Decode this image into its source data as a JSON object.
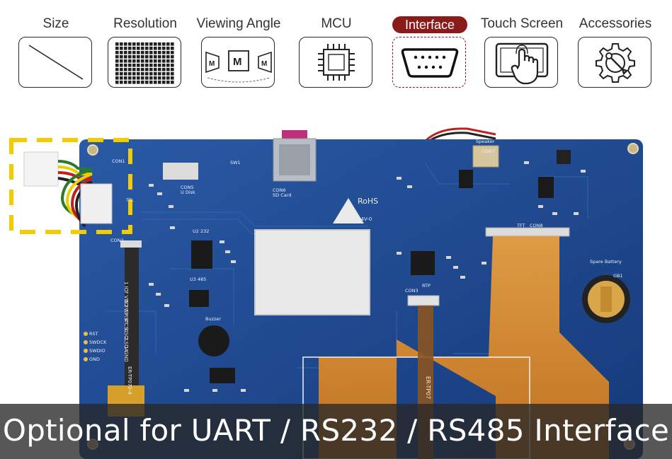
{
  "tabs": [
    {
      "label": "Size",
      "icon": "diagonal-line-icon",
      "active": false
    },
    {
      "label": "Resolution",
      "icon": "pixel-grid-icon",
      "active": false
    },
    {
      "label": "Viewing Angle",
      "icon": "viewing-angle-icon",
      "active": false
    },
    {
      "label": "MCU",
      "icon": "chip-icon",
      "active": false
    },
    {
      "label": "Interface",
      "icon": "db9-connector-icon",
      "active": true
    },
    {
      "label": "Touch Screen",
      "icon": "touch-screen-icon",
      "active": false
    },
    {
      "label": "Accessories",
      "icon": "gear-wrench-icon",
      "active": false
    }
  ],
  "colors": {
    "active_tab": "#8b1a1a",
    "pcb": "#1f4a8f",
    "fpc": "#d9862a",
    "highlight": "#f2cc00"
  },
  "board": {
    "labels": {
      "con1": "CON1",
      "con2": "CON2",
      "con3": "CON3",
      "con5": "CON5",
      "con6": "CON6",
      "con7": "CON7",
      "con8": "CON8",
      "sd_card": "SD Card",
      "u_disk": "U Disk",
      "ttl": "TTL",
      "rohs": "RoHS",
      "v0": "94V-0",
      "tft": "TFT",
      "rtp": "RTP",
      "speaker": "Speaker",
      "spare_battery": "Spare Battery",
      "buzzer": "Buzzer",
      "u2_232": "U2 232",
      "u3_485": "U3 485",
      "gb1": "GB1",
      "rst": "RST",
      "swdck": "SWDCK",
      "swdio": "SWDIO",
      "gnd": "GND",
      "sw1": "SW1",
      "model": "ER-TP070-4",
      "fpc_code": "ER-TP07"
    },
    "con1_pins": [
      "1 IO",
      "7 VDD",
      "6 3V3",
      "5 RST",
      "4 CS1",
      "3 SCL",
      "2 SDA",
      "1 GND"
    ]
  },
  "caption": "Optional for UART / RS232 / RS485  Interface"
}
